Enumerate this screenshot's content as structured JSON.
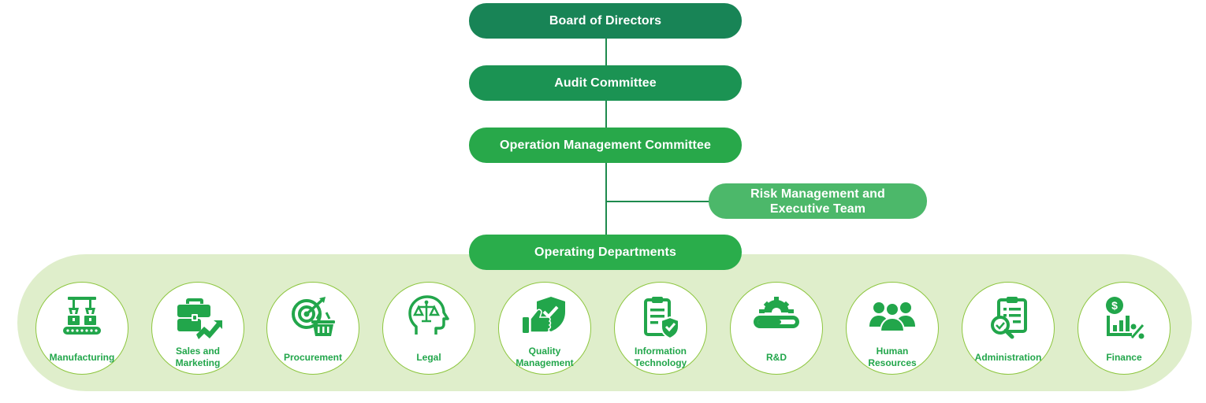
{
  "colors": {
    "board": "#188456",
    "audit": "#1b9353",
    "operation": "#28a84a",
    "risk": "#4cb86a",
    "operating": "#2aad4b",
    "band": "#dfeecb",
    "icon": "#22a64b",
    "circle_border": "#8dc63f"
  },
  "nodes": {
    "board": "Board of Directors",
    "audit": "Audit Committee",
    "operation": "Operation Management Committee",
    "risk_line1": "Risk Management and",
    "risk_line2": "Executive Team",
    "operating": "Operating Departments"
  },
  "departments": [
    {
      "line1": "Manufacturing",
      "line2": "",
      "icon": "robot-arm-conveyor-icon"
    },
    {
      "line1": "Sales and",
      "line2": "Marketing",
      "icon": "briefcase-growth-icon"
    },
    {
      "line1": "Procurement",
      "line2": "",
      "icon": "target-basket-icon"
    },
    {
      "line1": "Legal",
      "line2": "",
      "icon": "head-scales-icon"
    },
    {
      "line1": "Quality",
      "line2": "Management",
      "icon": "thumbs-up-shield-icon"
    },
    {
      "line1": "Information",
      "line2": "Technology",
      "icon": "clipboard-shield-icon"
    },
    {
      "line1": "R&D",
      "line2": "",
      "icon": "gear-progress-icon"
    },
    {
      "line1": "Human",
      "line2": "Resources",
      "icon": "people-group-icon"
    },
    {
      "line1": "Administration",
      "line2": "",
      "icon": "clipboard-magnifier-icon"
    },
    {
      "line1": "Finance",
      "line2": "",
      "icon": "dollar-chart-icon"
    }
  ]
}
